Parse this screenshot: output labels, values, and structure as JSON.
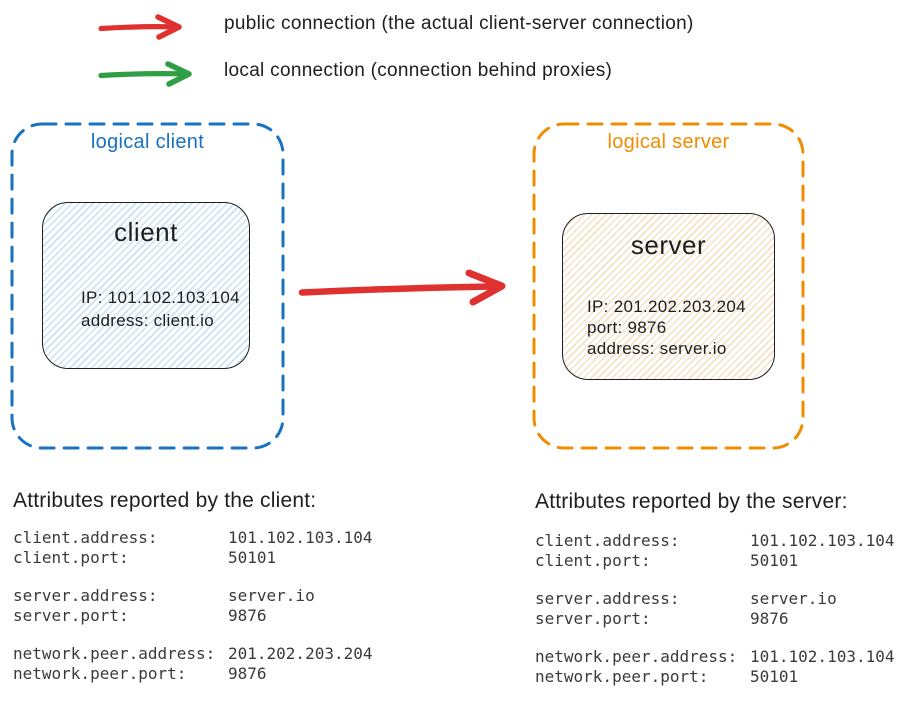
{
  "legend": {
    "items": [
      {
        "icon": "public-connection-arrow",
        "color": "#e03131",
        "label": "public connection (the actual client-server connection)"
      },
      {
        "icon": "local-connection-arrow",
        "color": "#2f9e44",
        "label": "local connection (connection behind proxies)"
      }
    ]
  },
  "diagram": {
    "logical_client": {
      "label": "logical client",
      "accent": "#1971c2"
    },
    "client_node": {
      "title": "client",
      "lines": [
        "IP: 101.102.103.104",
        "address: client.io"
      ]
    },
    "logical_server": {
      "label": "logical server",
      "accent": "#f08c00"
    },
    "server_node": {
      "title": "server",
      "lines": [
        "IP: 201.202.203.204",
        "port: 9876",
        "address: server.io"
      ]
    },
    "connection": {
      "type": "public",
      "color": "#e03131"
    }
  },
  "attributes_client": {
    "heading": "Attributes reported by the client:",
    "rows": [
      {
        "key": "client.address:",
        "value": "101.102.103.104"
      },
      {
        "key": "client.port:",
        "value": "50101"
      },
      {
        "key": "server.address:",
        "value": "server.io"
      },
      {
        "key": "server.port:",
        "value": "9876"
      },
      {
        "key": "network.peer.address:",
        "value": "201.202.203.204"
      },
      {
        "key": "network.peer.port:",
        "value": "9876"
      }
    ]
  },
  "attributes_server": {
    "heading": "Attributes reported by the server:",
    "rows": [
      {
        "key": "client.address:",
        "value": "101.102.103.104"
      },
      {
        "key": "client.port:",
        "value": "50101"
      },
      {
        "key": "server.address:",
        "value": "server.io"
      },
      {
        "key": "server.port:",
        "value": "9876"
      },
      {
        "key": "network.peer.address:",
        "value": "101.102.103.104"
      },
      {
        "key": "network.peer.port:",
        "value": "50101"
      }
    ]
  }
}
